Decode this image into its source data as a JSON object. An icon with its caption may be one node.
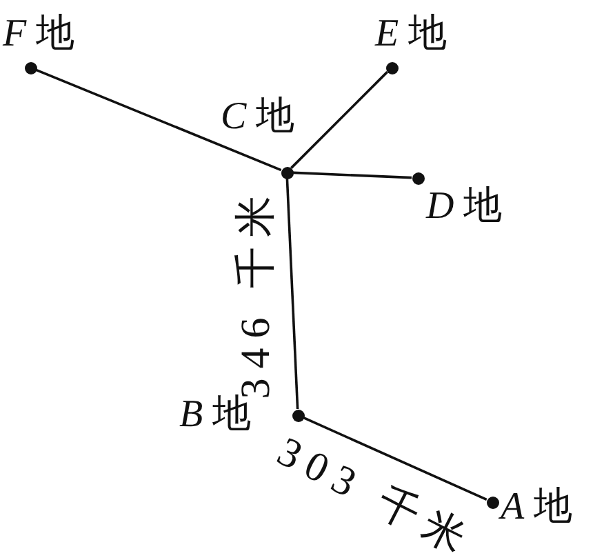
{
  "diagram": {
    "nodes": [
      {
        "text": [],
        "shape": "circle",
        "beside": [
          "*F* 地"
        ]
      },
      {
        "text": [],
        "shape": "circle",
        "beside": [
          "*E* 地"
        ]
      },
      {
        "text": [],
        "shape": "circle",
        "beside": [
          "*C* 地"
        ]
      },
      {
        "text": [],
        "shape": "circle",
        "beside": [
          "*D* 地"
        ]
      },
      {
        "text": [],
        "shape": "circle",
        "beside": [
          "*B* 地"
        ]
      },
      {
        "text": [],
        "shape": "circle",
        "beside": [
          "*A* 地"
        ]
      }
    ],
    "edges": [
      {
        "from": 0,
        "to": 2,
        "arrow": "none"
      },
      {
        "from": 1,
        "to": 2,
        "arrow": "none"
      },
      {
        "from": 2,
        "to": 3,
        "arrow": "none"
      },
      {
        "from": 2,
        "to": 4,
        "arrow": "none",
        "label": "346 千米"
      },
      {
        "from": 4,
        "to": 5,
        "arrow": "none",
        "label": "303 千米"
      }
    ]
  }
}
